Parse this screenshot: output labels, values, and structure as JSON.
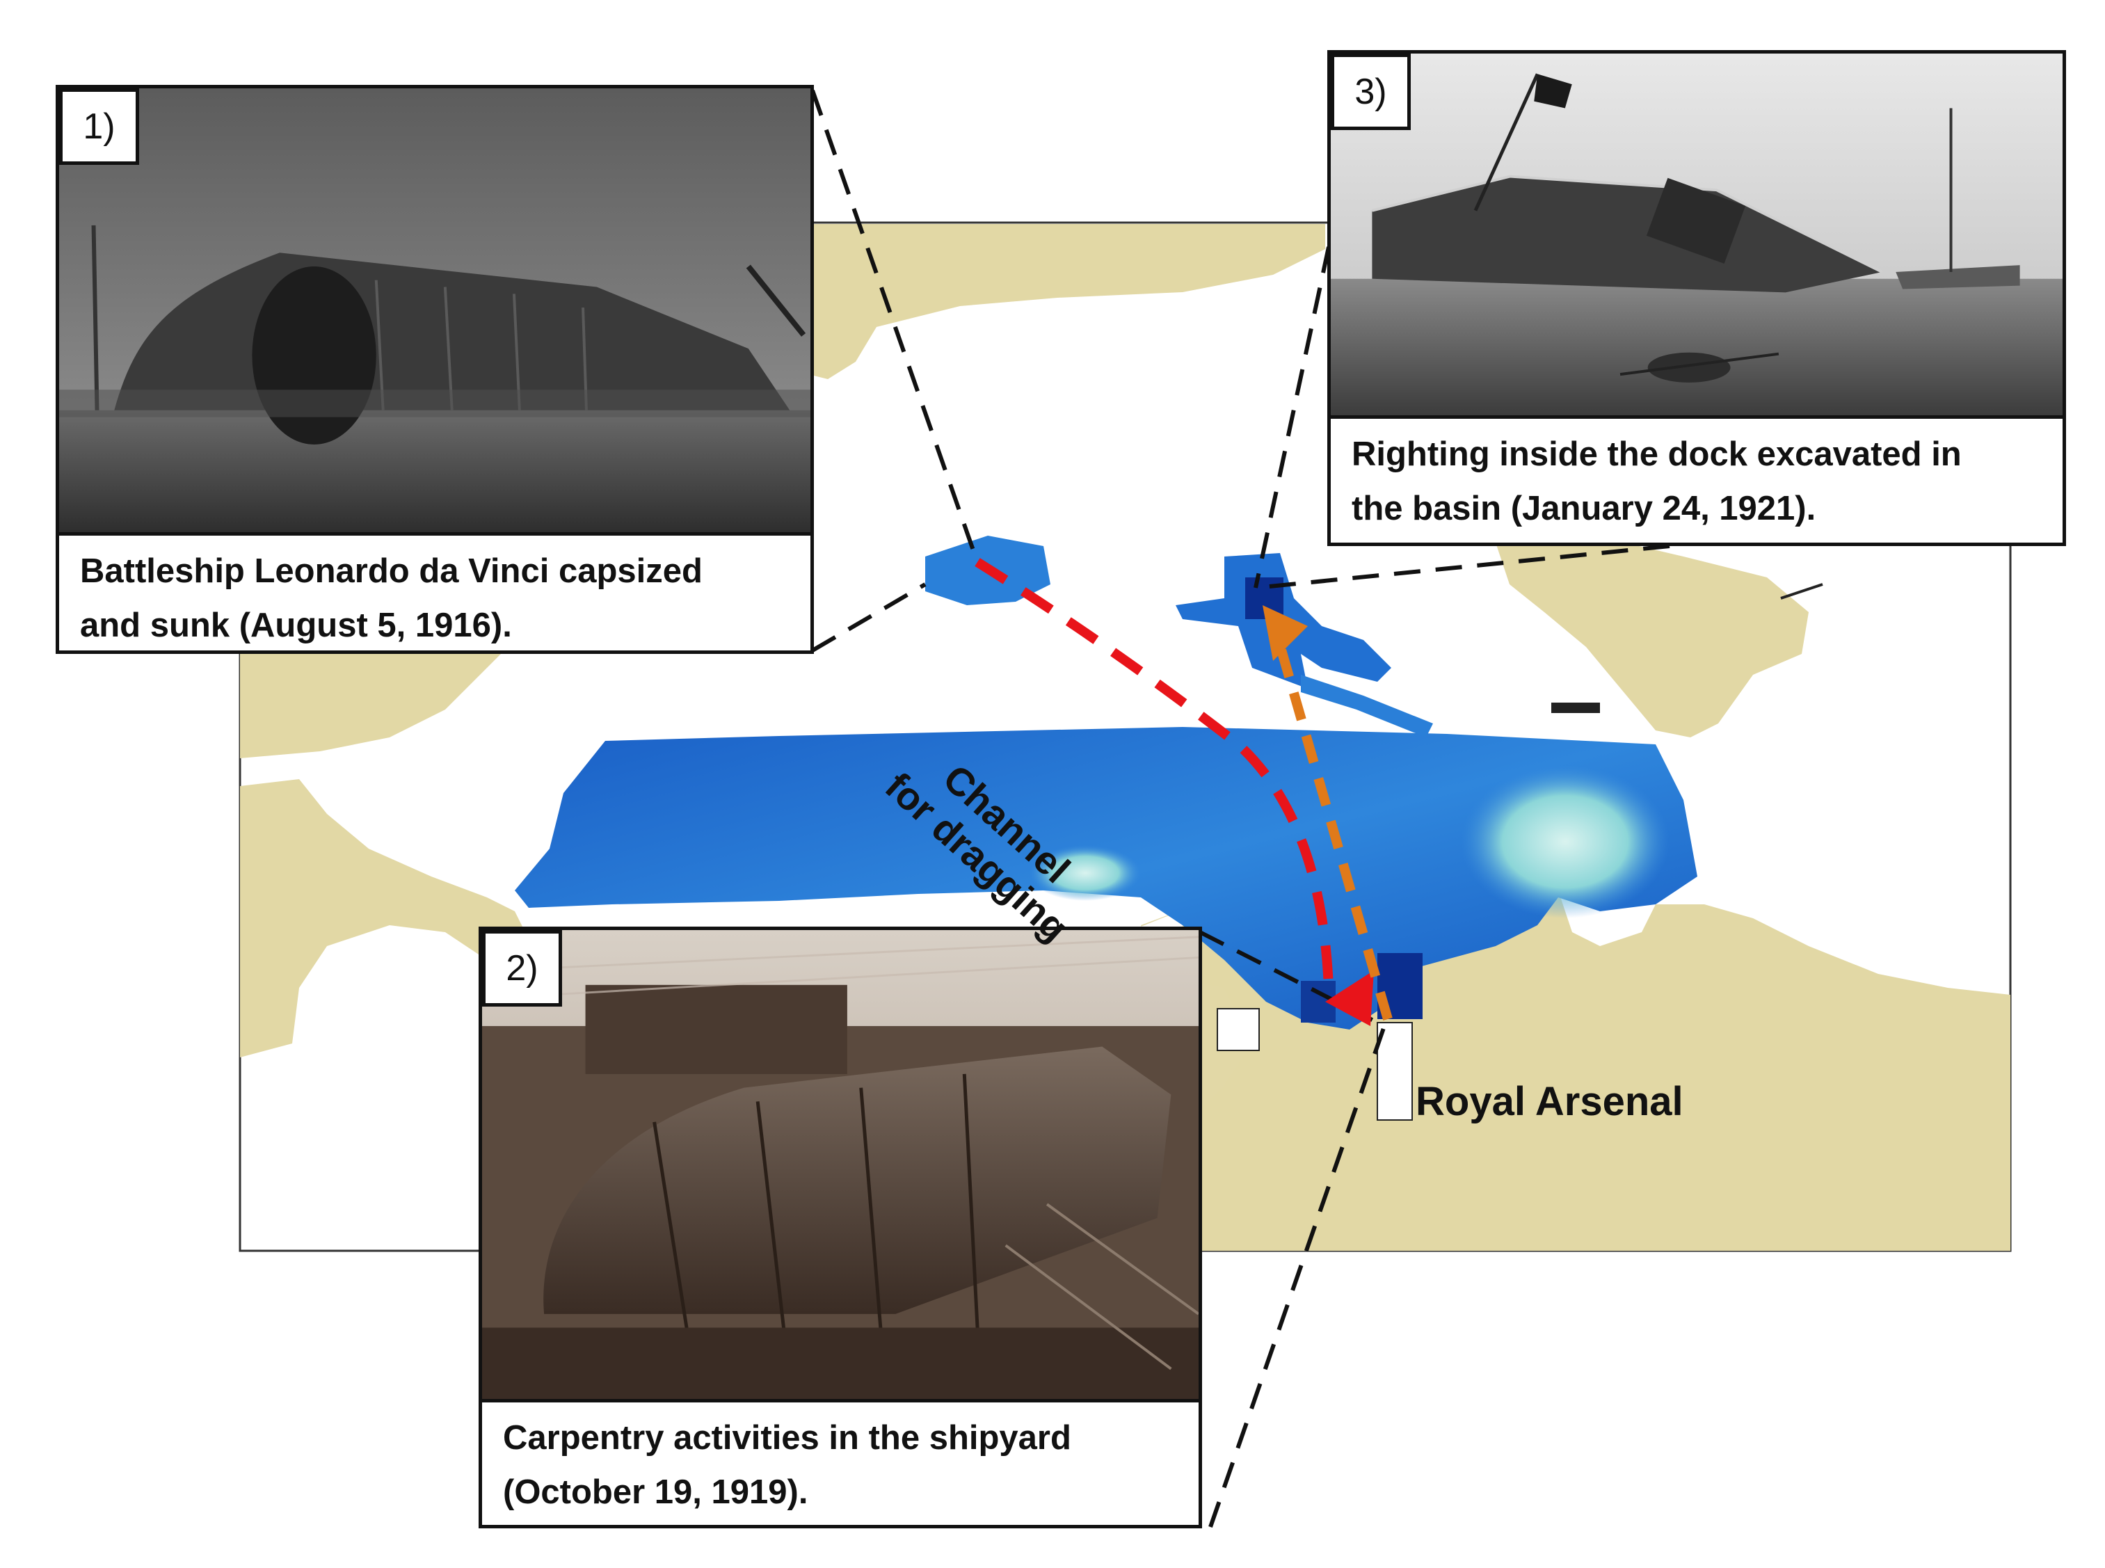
{
  "panels": {
    "p1": {
      "number": "1)",
      "caption": "Battleship Leonardo da Vinci capsized\nand sunk (August 5, 1916)."
    },
    "p2": {
      "number": "2)",
      "caption": "Carpentry activities in the shipyard\n(October 19, 1919)."
    },
    "p3": {
      "number": "3)",
      "caption": "Righting inside the dock excavated in\nthe basin  (January 24, 1921)."
    }
  },
  "map": {
    "channel_label_line1": "Channel",
    "channel_label_line2": "for dragging",
    "arsenal_label": "Royal Arsenal"
  },
  "colors": {
    "land": "#e2d8a5",
    "water_blue": "#1f6fd1",
    "red_path": "#e8141a",
    "orange_path": "#e07a1a"
  }
}
